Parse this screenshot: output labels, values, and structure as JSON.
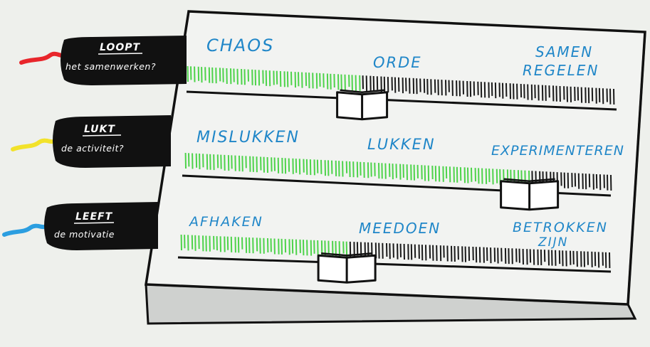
{
  "colors": {
    "background": "#eef0ec",
    "panel": "#f2f3f1",
    "panel_side": "#cfd1cf",
    "text_blue": "#1f86c8",
    "tick_green": "#4dd34a",
    "tick_black": "#1a1a1a",
    "tag": "#111111"
  },
  "tags": [
    {
      "title": "LOOPT",
      "subtitle": "het samenwerken?",
      "wire_color": "#e8262b"
    },
    {
      "title": "LUKT",
      "subtitle": "de activiteit?",
      "wire_color": "#f2e22a"
    },
    {
      "title": "LEEFT",
      "subtitle": "de motivatie",
      "wire_color": "#2b9ee0"
    }
  ],
  "sliders": [
    {
      "labels": [
        "CHAOS",
        "ORDE",
        "SAMEN",
        "REGELEN"
      ],
      "level": 0.41
    },
    {
      "labels": [
        "MISLUKKEN",
        "LUKKEN",
        "EXPERIMENTEREN"
      ],
      "level": 0.81
    },
    {
      "labels": [
        "AFHAKEN",
        "MEEDOEN",
        "BETROKKEN",
        "ZIJN"
      ],
      "level": 0.39
    }
  ]
}
